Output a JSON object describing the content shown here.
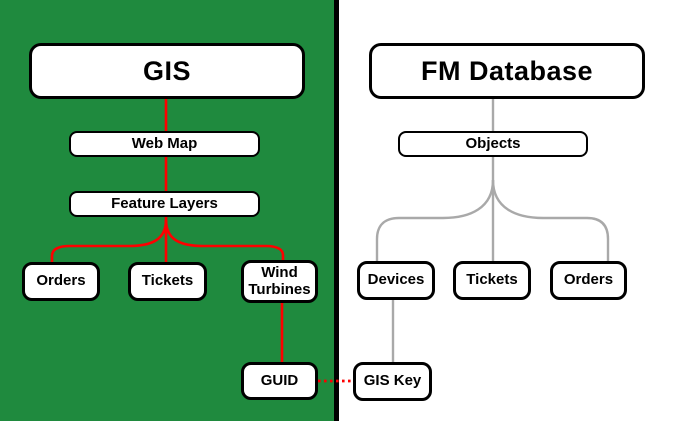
{
  "colors": {
    "panel-green": "#1f8a3e",
    "connector-red": "#fe0000",
    "connector-gray": "#a9a9a9",
    "divider": "#000000",
    "node-fill": "#ffffff",
    "node-border": "#000000",
    "node-text": "#000000"
  },
  "diagram": {
    "left": {
      "nodes": {
        "root": "GIS",
        "webmap": "Web Map",
        "featurelayers": "Feature Layers",
        "orders": "Orders",
        "tickets": "Tickets",
        "windturbines": "Wind Turbines",
        "guid": "GUID"
      }
    },
    "right": {
      "nodes": {
        "root": "FM Database",
        "objects": "Objects",
        "devices": "Devices",
        "tickets": "Tickets",
        "orders": "Orders",
        "giskey": "GIS Key"
      }
    },
    "edges": [
      {
        "from": "GIS",
        "to": "Web Map",
        "color": "red",
        "style": "solid"
      },
      {
        "from": "Web Map",
        "to": "Feature Layers",
        "color": "red",
        "style": "solid"
      },
      {
        "from": "Feature Layers",
        "to": "Orders",
        "color": "red",
        "style": "solid"
      },
      {
        "from": "Feature Layers",
        "to": "Tickets",
        "color": "red",
        "style": "solid"
      },
      {
        "from": "Feature Layers",
        "to": "Wind Turbines",
        "color": "red",
        "style": "solid"
      },
      {
        "from": "Wind Turbines",
        "to": "GUID",
        "color": "red",
        "style": "solid"
      },
      {
        "from": "FM Database",
        "to": "Objects",
        "color": "gray",
        "style": "solid"
      },
      {
        "from": "Objects",
        "to": "Devices",
        "color": "gray",
        "style": "solid"
      },
      {
        "from": "Objects",
        "to": "Tickets",
        "color": "gray",
        "style": "solid"
      },
      {
        "from": "Objects",
        "to": "Orders",
        "color": "gray",
        "style": "solid"
      },
      {
        "from": "Devices",
        "to": "GIS Key",
        "color": "gray",
        "style": "solid"
      },
      {
        "from": "GUID",
        "to": "GIS Key",
        "color": "red",
        "style": "dotted"
      }
    ]
  }
}
